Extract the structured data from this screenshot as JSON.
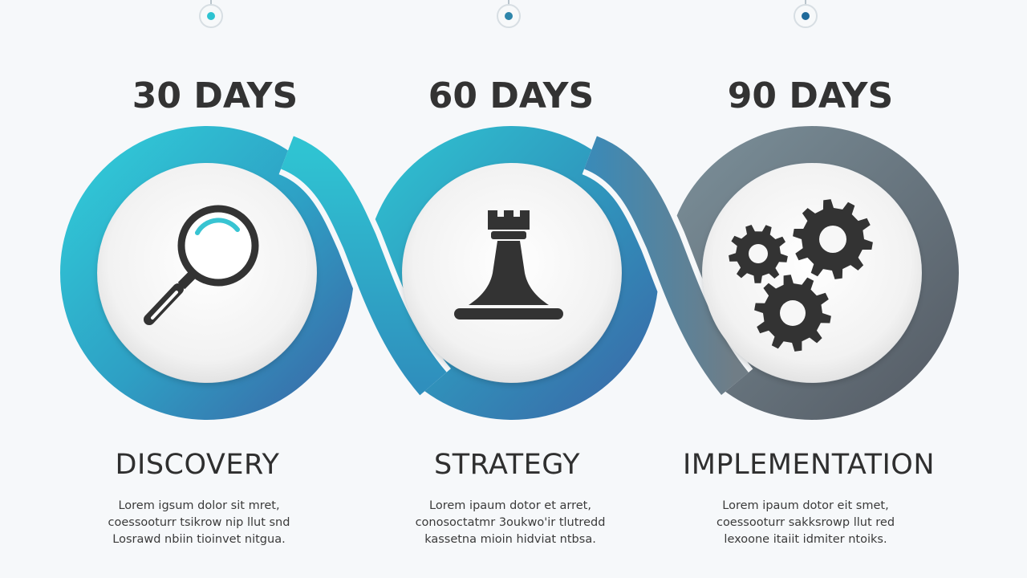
{
  "colors": {
    "teal": "#2ec3d1",
    "blue": "#3a6ea8",
    "gray": "#666f78",
    "icon": "#333333",
    "text": "#2f2f2f",
    "background": "#f6f8fa"
  },
  "stages": [
    {
      "days": "30 DAYS",
      "title": "DISCOVERY",
      "icon": "magnifying-glass-icon",
      "pin_color": "#2ec3d1",
      "description": [
        "Lorem igsum dolor sit mret,",
        "coessooturr tsikrow nip llut snd",
        "Losrawd nbiin tioinvet nitgua."
      ]
    },
    {
      "days": "60 DAYS",
      "title": "STRATEGY",
      "icon": "chess-rook-icon",
      "pin_color": "#2e86ab",
      "description": [
        "Lorem ipaum dotor et arret,",
        "conosoctatmr 3oukwo'ir tlutredd",
        "kassetna mioin hidviat ntbsa."
      ]
    },
    {
      "days": "90 DAYS",
      "title": "IMPLEMENTATION",
      "icon": "gears-icon",
      "pin_color": "#1f6a9a",
      "description": [
        "Lorem ipaum dotor eit smet,",
        "coessooturr sakksrowp llut red",
        "lexoone itaiit idmiter ntoiks."
      ]
    }
  ]
}
